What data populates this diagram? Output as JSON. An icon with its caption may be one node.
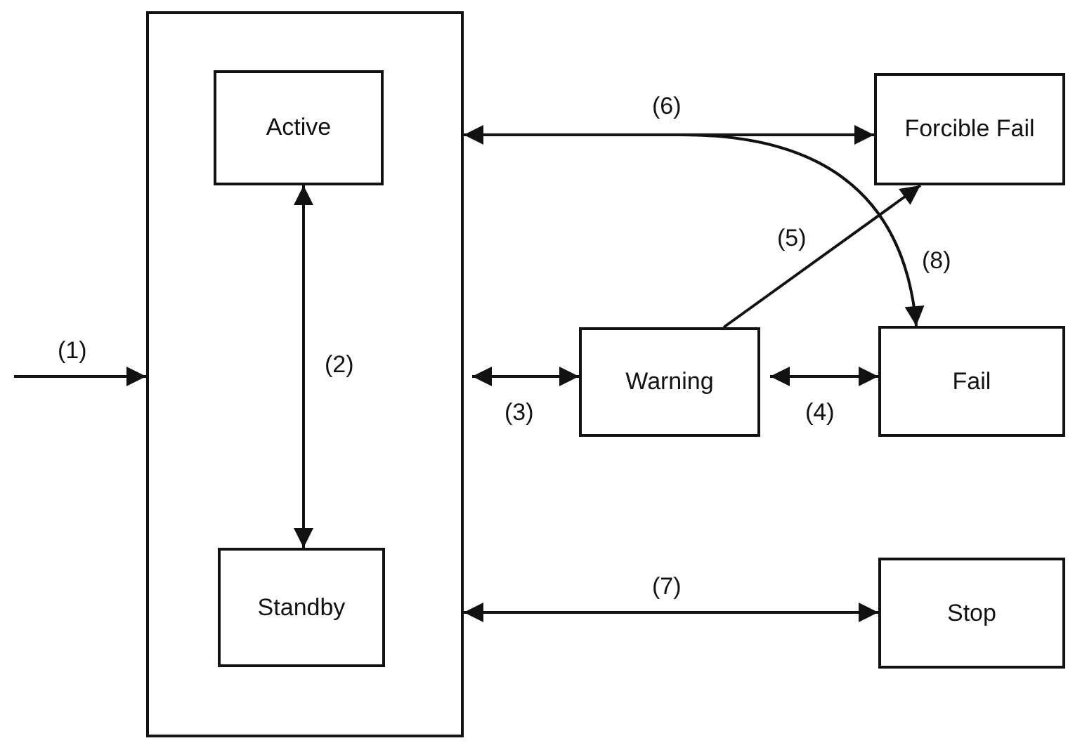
{
  "diagram": {
    "nodes": [
      {
        "text": [],
        "shape": "box"
      },
      {
        "text": [
          "Active"
        ],
        "in": 0
      },
      {
        "text": [
          "Standby"
        ],
        "in": 0
      },
      {
        "text": [
          "Forcible Fail"
        ]
      },
      {
        "text": [
          "Warning"
        ]
      },
      {
        "text": [
          "Fail"
        ]
      },
      {
        "text": [
          "Stop"
        ]
      }
    ],
    "edges": [
      {
        "from": null,
        "to": 0,
        "arrow": "to",
        "label": "(1)"
      },
      {
        "from": 1,
        "to": 2,
        "arrow": "both",
        "label": "(2)"
      },
      {
        "from": 0,
        "to": 4,
        "arrow": "both",
        "label": "(3)"
      },
      {
        "from": 4,
        "to": 5,
        "arrow": "both",
        "label": "(4)"
      },
      {
        "from": 4,
        "to": 3,
        "arrow": "to",
        "label": "(5)"
      },
      {
        "from": 0,
        "to": 3,
        "arrow": "both",
        "label": "(6)"
      },
      {
        "from": 0,
        "to": 6,
        "arrow": "both",
        "label": "(7)"
      },
      {
        "from": 0,
        "to": 5,
        "arrow": "to",
        "label": "(8)"
      }
    ]
  }
}
